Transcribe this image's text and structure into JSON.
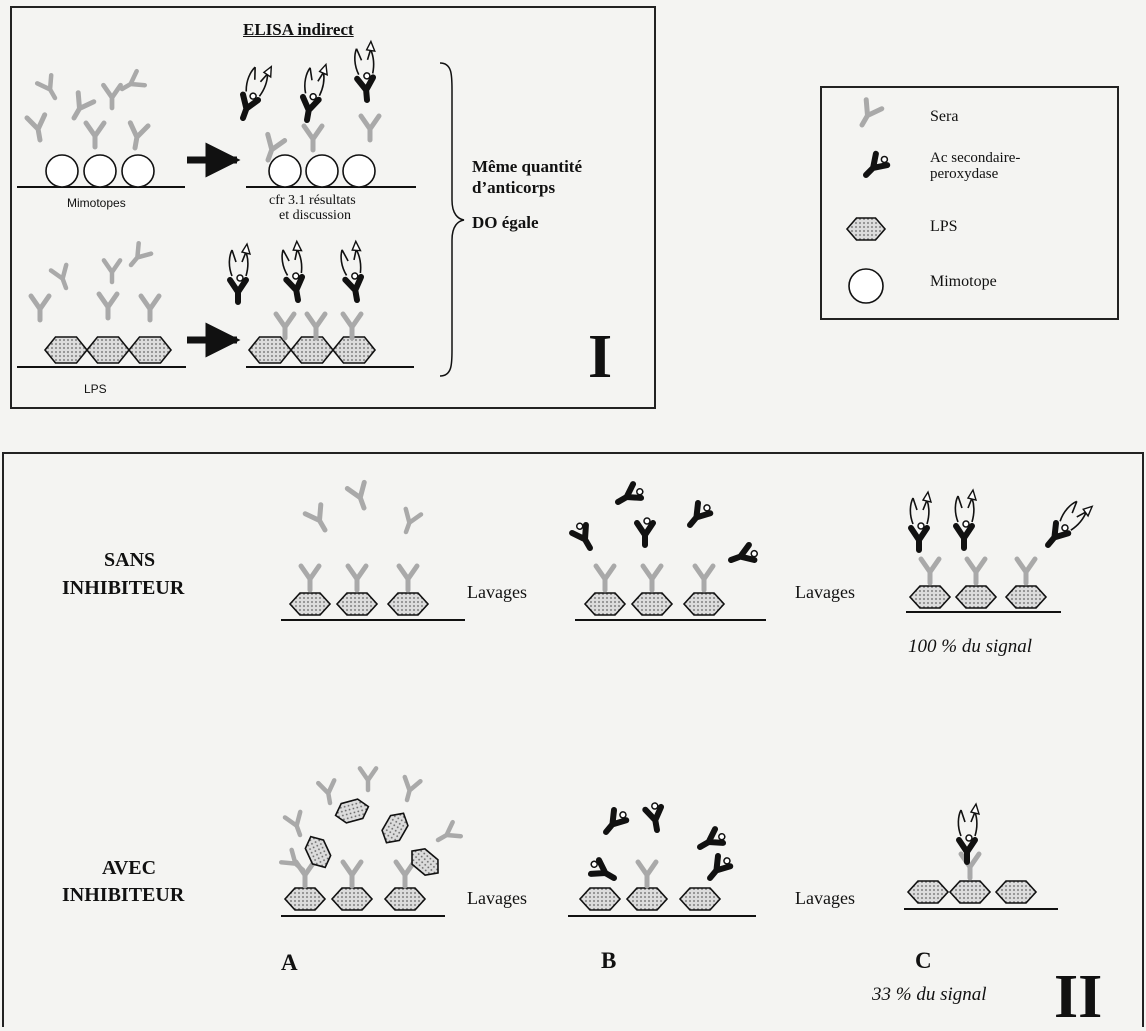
{
  "panel1": {
    "title": "ELISA indirect",
    "mimotopes_label": "Mimotopes",
    "lps_label": "LPS",
    "note_line1": "cfr 3.1 résultats",
    "note_line2": "et discussion",
    "conclusion_line1": "Même quantité",
    "conclusion_line2": "d’anticorps",
    "conclusion_line3": "DO égale",
    "roman": "I"
  },
  "legend": {
    "items": [
      {
        "icon": "serum-antibody-icon",
        "label": "Sera"
      },
      {
        "icon": "secondary-antibody-icon",
        "label": "Ac secondaire-\nperoxydase"
      },
      {
        "icon": "lps-hexagon-icon",
        "label": "LPS"
      },
      {
        "icon": "mimotope-circle-icon",
        "label": "Mimotope"
      }
    ]
  },
  "panel2": {
    "row1_line1": "SANS",
    "row1_line2": "INHIBITEUR",
    "row2_line1": "AVEC",
    "row2_line2": "INHIBITEUR",
    "wash": "Lavages",
    "signal_full": "100 % du signal",
    "signal_partial": "33 % du signal",
    "step_a": "A",
    "step_b": "B",
    "step_c": "C",
    "roman": "II"
  },
  "colors": {
    "serum": "#a9a9a9",
    "secondary": "#111111",
    "lps_fill": "#c4c4c4",
    "border": "#222222"
  }
}
